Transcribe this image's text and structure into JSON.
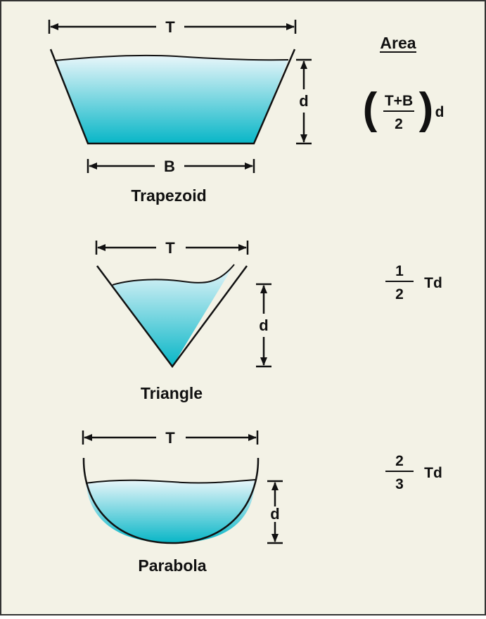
{
  "colors": {
    "background": "#f3f2e6",
    "border": "#333333",
    "water_top": "#e9f6fa",
    "water_bottom": "#08b6c7",
    "outline": "#111111"
  },
  "header": {
    "area_label": "Area"
  },
  "trapezoid": {
    "name": "Trapezoid",
    "top_label": "T",
    "bottom_label": "B",
    "depth_label": "d",
    "formula": {
      "numerator": "T+B",
      "denominator": "2",
      "suffix": "d"
    }
  },
  "triangle": {
    "name": "Triangle",
    "top_label": "T",
    "depth_label": "d",
    "formula": {
      "numerator": "1",
      "denominator": "2",
      "suffix": "Td"
    }
  },
  "parabola": {
    "name": "Parabola",
    "top_label": "T",
    "depth_label": "d",
    "formula": {
      "numerator": "2",
      "denominator": "3",
      "suffix": "Td"
    }
  }
}
